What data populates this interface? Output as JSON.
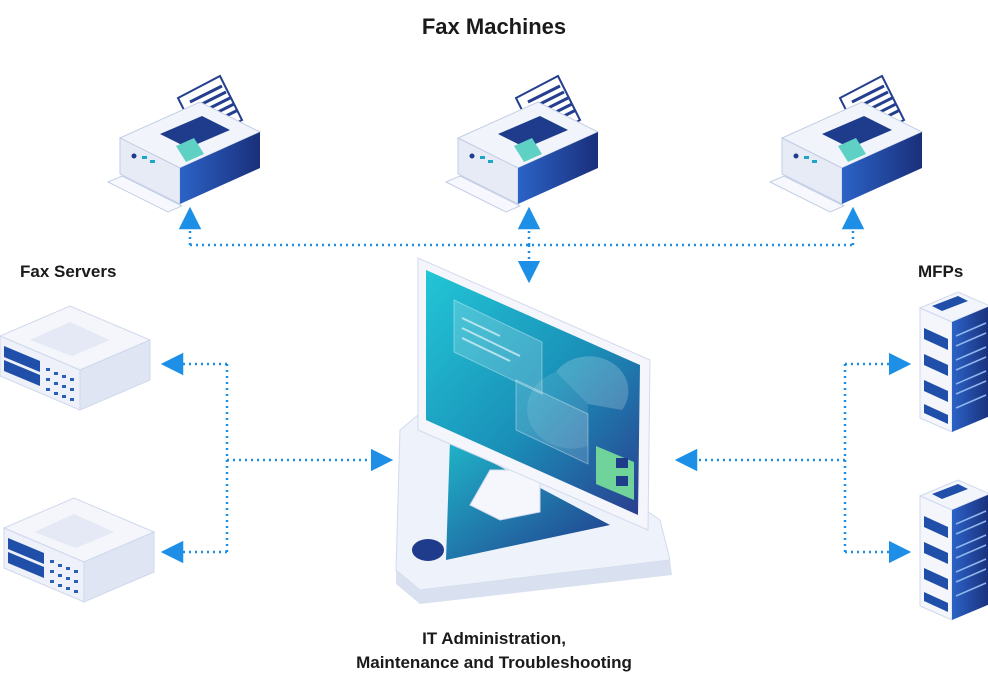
{
  "title": "Fax Machines",
  "left_group_label": "Fax Servers",
  "right_group_label": "MFPs",
  "caption": {
    "line1": "IT Administration,",
    "line2": "Maintenance and Troubleshooting"
  },
  "colors": {
    "connector": "#1e8fe6",
    "navy": "#1f3c8c",
    "teal": "#1bb8d0",
    "device_body": "#eef2fa",
    "device_shadow": "#c9d3e8"
  },
  "devices": {
    "fax_machines": [
      "fax-machine-left",
      "fax-machine-center",
      "fax-machine-right"
    ],
    "fax_servers": [
      "fax-server-top",
      "fax-server-bottom"
    ],
    "mfps": [
      "mfp-top",
      "mfp-bottom"
    ],
    "hub": "it-admin-computer"
  }
}
